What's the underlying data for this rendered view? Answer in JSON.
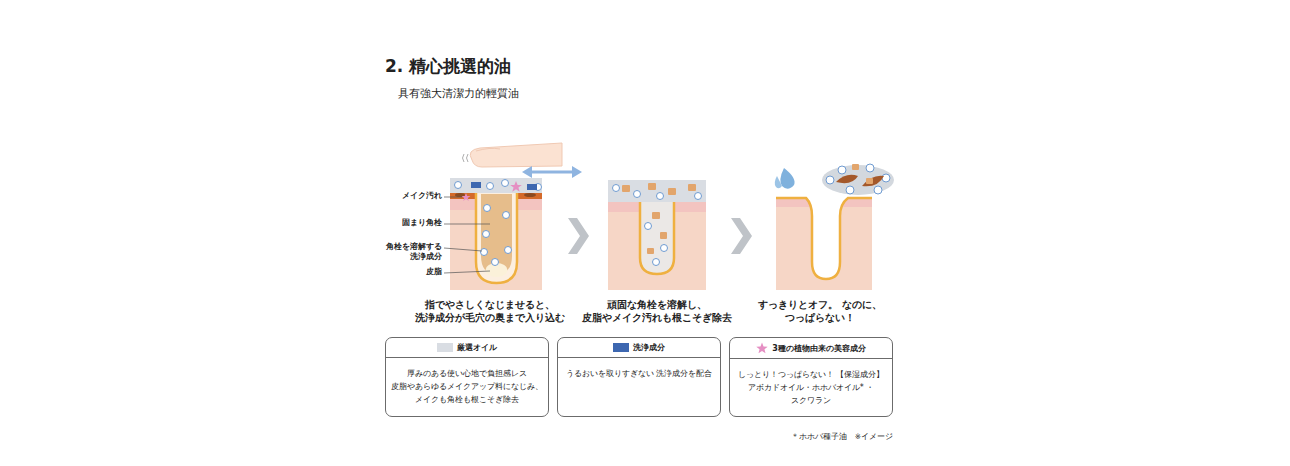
{
  "diagram": {
    "title": "2. 精心挑選的油",
    "nodes": [
      {
        "text": [
          "厳選オイル",
          "厚みのある使い心地で負担感レス 皮脂やあらゆるメイクアップ料になじみ、 メイクも角栓も根こそぎ除去"
        ]
      },
      {
        "text": [
          "洗浄成分",
          "うるおいを取りすぎない 洗浄成分を配合"
        ]
      },
      {
        "text": [
          "3種の植物由来の美容成分",
          "しっとり！つっぱらない！ 【保湿成分】 アボカドオイル・ホホバオイル* ・スクワラン"
        ]
      }
    ],
    "labels": [
      "具有強大清潔力的輕質油",
      "メイク汚れ",
      "固まり角栓",
      "角栓を溶解する 洗浄成分",
      "皮脂",
      "指でやさしくなじませると、 洗浄成分が毛穴の奥まで入り込む",
      "頑固な角栓を溶解し、 皮脂やメイク汚れも根こそぎ除去",
      "すっきりとオフ。 なのに、つっぱらない！",
      "＊ホホバ種子油　※イメージ"
    ]
  }
}
